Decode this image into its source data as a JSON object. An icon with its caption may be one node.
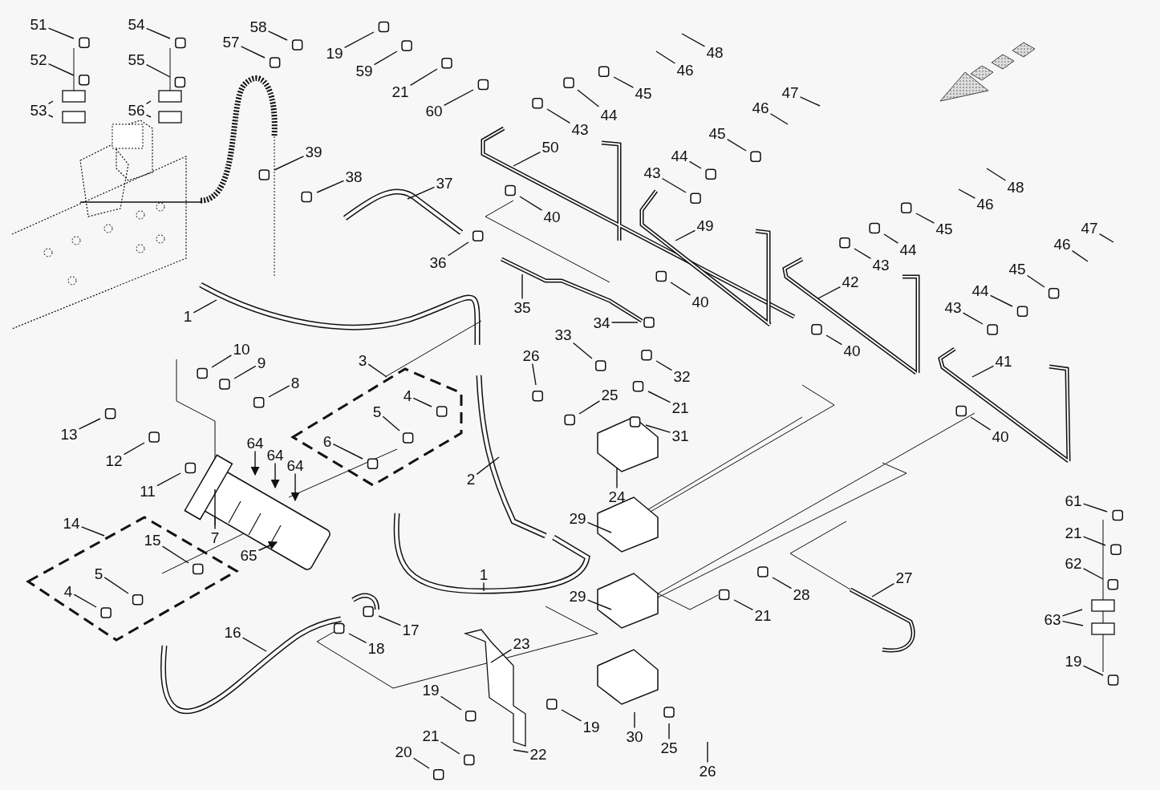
{
  "diagram": {
    "nodes": [
      {
        "text": [
          "51"
        ]
      },
      {
        "text": [
          "54"
        ]
      },
      {
        "text": [
          "58"
        ]
      },
      {
        "text": [
          "57"
        ]
      },
      {
        "text": [
          "19"
        ]
      },
      {
        "text": [
          "48"
        ]
      },
      {
        "text": [
          "52"
        ]
      },
      {
        "text": [
          "55"
        ]
      },
      {
        "text": [
          "46"
        ]
      },
      {
        "text": [
          "59"
        ]
      },
      {
        "text": [
          "21"
        ]
      },
      {
        "text": [
          "45"
        ]
      },
      {
        "text": [
          "47"
        ]
      },
      {
        "text": [
          "46"
        ]
      },
      {
        "text": [
          "53"
        ]
      },
      {
        "text": [
          "56"
        ]
      },
      {
        "text": [
          "60"
        ]
      },
      {
        "text": [
          "44"
        ]
      },
      {
        "text": [
          "43"
        ]
      },
      {
        "text": [
          "45"
        ]
      },
      {
        "text": [
          "50"
        ]
      },
      {
        "text": [
          "39"
        ]
      },
      {
        "text": [
          "44"
        ]
      },
      {
        "text": [
          "43"
        ]
      },
      {
        "text": [
          "38"
        ]
      },
      {
        "text": [
          "37"
        ]
      },
      {
        "text": [
          "48"
        ]
      },
      {
        "text": [
          "46"
        ]
      },
      {
        "text": [
          "40"
        ]
      },
      {
        "text": [
          "49"
        ]
      },
      {
        "text": [
          "47"
        ]
      },
      {
        "text": [
          "45"
        ]
      },
      {
        "text": [
          "46"
        ]
      },
      {
        "text": [
          "44"
        ]
      },
      {
        "text": [
          "36"
        ]
      },
      {
        "text": [
          "43"
        ]
      },
      {
        "text": [
          "45"
        ]
      },
      {
        "text": [
          "42"
        ]
      },
      {
        "text": [
          "44"
        ]
      },
      {
        "text": [
          "40"
        ]
      },
      {
        "text": [
          "35"
        ]
      },
      {
        "text": [
          "43"
        ]
      },
      {
        "text": [
          "1"
        ]
      },
      {
        "text": [
          "34"
        ]
      },
      {
        "text": [
          "33"
        ]
      },
      {
        "text": [
          "10"
        ]
      },
      {
        "text": [
          "40"
        ]
      },
      {
        "text": [
          "26"
        ]
      },
      {
        "text": [
          "3"
        ]
      },
      {
        "text": [
          "41"
        ]
      },
      {
        "text": [
          "9"
        ]
      },
      {
        "text": [
          "32"
        ]
      },
      {
        "text": [
          "8"
        ]
      },
      {
        "text": [
          "25"
        ]
      },
      {
        "text": [
          "4"
        ]
      },
      {
        "text": [
          "21"
        ]
      },
      {
        "text": [
          "5"
        ]
      },
      {
        "text": [
          "13"
        ]
      },
      {
        "text": [
          "31"
        ]
      },
      {
        "text": [
          "40"
        ]
      },
      {
        "text": [
          "6"
        ]
      },
      {
        "text": [
          "64"
        ]
      },
      {
        "text": [
          "64"
        ]
      },
      {
        "text": [
          "12"
        ]
      },
      {
        "text": [
          "64"
        ]
      },
      {
        "text": [
          "2"
        ]
      },
      {
        "text": [
          "11"
        ]
      },
      {
        "text": [
          "24"
        ]
      },
      {
        "text": [
          "29"
        ]
      },
      {
        "text": [
          "61"
        ]
      },
      {
        "text": [
          "14"
        ]
      },
      {
        "text": [
          "21"
        ]
      },
      {
        "text": [
          "7"
        ]
      },
      {
        "text": [
          "15"
        ]
      },
      {
        "text": [
          "65"
        ]
      },
      {
        "text": [
          "62"
        ]
      },
      {
        "text": [
          "5"
        ]
      },
      {
        "text": [
          "1"
        ]
      },
      {
        "text": [
          "27"
        ]
      },
      {
        "text": [
          "4"
        ]
      },
      {
        "text": [
          "28"
        ]
      },
      {
        "text": [
          "29"
        ]
      },
      {
        "text": [
          "21"
        ]
      },
      {
        "text": [
          "63"
        ]
      },
      {
        "text": [
          "17"
        ]
      },
      {
        "text": [
          "16"
        ]
      },
      {
        "text": [
          "23"
        ]
      },
      {
        "text": [
          "18"
        ]
      },
      {
        "text": [
          "19"
        ]
      },
      {
        "text": [
          "19"
        ]
      },
      {
        "text": [
          "19"
        ]
      },
      {
        "text": [
          "21"
        ]
      },
      {
        "text": [
          "30"
        ]
      },
      {
        "text": [
          "25"
        ]
      },
      {
        "text": [
          "20"
        ]
      },
      {
        "text": [
          "22"
        ]
      },
      {
        "text": [
          "26"
        ]
      }
    ],
    "edges": [
      {
        "from": 0,
        "to": null,
        "arrow": "none"
      },
      {
        "from": 1,
        "to": null,
        "arrow": "none"
      },
      {
        "from": 2,
        "to": null,
        "arrow": "none"
      },
      {
        "from": 3,
        "to": null,
        "arrow": "none"
      },
      {
        "from": 4,
        "to": null,
        "arrow": "none"
      },
      {
        "from": 5,
        "to": null,
        "arrow": "none"
      },
      {
        "from": 6,
        "to": null,
        "arrow": "none"
      },
      {
        "from": 7,
        "to": null,
        "arrow": "none"
      },
      {
        "from": 8,
        "to": null,
        "arrow": "none"
      },
      {
        "from": 9,
        "to": null,
        "arrow": "none"
      },
      {
        "from": 10,
        "to": null,
        "arrow": "none"
      },
      {
        "from": 11,
        "to": null,
        "arrow": "none"
      },
      {
        "from": 12,
        "to": null,
        "arrow": "none"
      },
      {
        "from": 13,
        "to": null,
        "arrow": "none"
      },
      {
        "from": 14,
        "to": null,
        "arrow": "none"
      },
      {
        "from": 14,
        "to": null,
        "arrow": "none"
      },
      {
        "from": 15,
        "to": null,
        "arrow": "none"
      },
      {
        "from": 15,
        "to": null,
        "arrow": "none"
      },
      {
        "from": 16,
        "to": null,
        "arrow": "none"
      },
      {
        "from": 17,
        "to": null,
        "arrow": "none"
      },
      {
        "from": 18,
        "to": null,
        "arrow": "none"
      },
      {
        "from": 19,
        "to": null,
        "arrow": "none"
      },
      {
        "from": 20,
        "to": null,
        "arrow": "none"
      },
      {
        "from": 21,
        "to": null,
        "arrow": "none"
      },
      {
        "from": 22,
        "to": null,
        "arrow": "none"
      },
      {
        "from": 23,
        "to": null,
        "arrow": "none"
      },
      {
        "from": 24,
        "to": null,
        "arrow": "none"
      },
      {
        "from": 25,
        "to": null,
        "arrow": "none"
      },
      {
        "from": 26,
        "to": null,
        "arrow": "none"
      },
      {
        "from": 27,
        "to": null,
        "arrow": "none"
      },
      {
        "from": 28,
        "to": null,
        "arrow": "none"
      },
      {
        "from": 29,
        "to": null,
        "arrow": "none"
      },
      {
        "from": 30,
        "to": null,
        "arrow": "none"
      },
      {
        "from": 31,
        "to": null,
        "arrow": "none"
      },
      {
        "from": 32,
        "to": null,
        "arrow": "none"
      },
      {
        "from": 33,
        "to": null,
        "arrow": "none"
      },
      {
        "from": 34,
        "to": null,
        "arrow": "none"
      },
      {
        "from": 35,
        "to": null,
        "arrow": "none"
      },
      {
        "from": 36,
        "to": null,
        "arrow": "none"
      },
      {
        "from": 37,
        "to": null,
        "arrow": "none"
      },
      {
        "from": 38,
        "to": null,
        "arrow": "none"
      },
      {
        "from": 39,
        "to": null,
        "arrow": "none"
      },
      {
        "from": 40,
        "to": null,
        "arrow": "none"
      },
      {
        "from": 41,
        "to": null,
        "arrow": "none"
      },
      {
        "from": 42,
        "to": null,
        "arrow": "none"
      },
      {
        "from": 43,
        "to": null,
        "arrow": "none"
      },
      {
        "from": 44,
        "to": null,
        "arrow": "none"
      },
      {
        "from": 45,
        "to": null,
        "arrow": "none"
      },
      {
        "from": 46,
        "to": null,
        "arrow": "none"
      },
      {
        "from": 47,
        "to": null,
        "arrow": "none"
      },
      {
        "from": 48,
        "to": null,
        "arrow": "none"
      },
      {
        "from": 49,
        "to": null,
        "arrow": "none"
      },
      {
        "from": 50,
        "to": null,
        "arrow": "none"
      },
      {
        "from": 51,
        "to": null,
        "arrow": "none"
      },
      {
        "from": 52,
        "to": null,
        "arrow": "none"
      },
      {
        "from": 53,
        "to": null,
        "arrow": "none"
      },
      {
        "from": 54,
        "to": null,
        "arrow": "none"
      },
      {
        "from": 55,
        "to": null,
        "arrow": "none"
      },
      {
        "from": 56,
        "to": null,
        "arrow": "none"
      },
      {
        "from": 57,
        "to": null,
        "arrow": "none"
      },
      {
        "from": 58,
        "to": null,
        "arrow": "none"
      },
      {
        "from": 59,
        "to": null,
        "arrow": "none"
      },
      {
        "from": 60,
        "to": null,
        "arrow": "none"
      },
      {
        "from": 61,
        "to": null,
        "arrow": "to"
      },
      {
        "from": 62,
        "to": null,
        "arrow": "to"
      },
      {
        "from": 63,
        "to": null,
        "arrow": "none"
      },
      {
        "from": 64,
        "to": null,
        "arrow": "to"
      },
      {
        "from": 65,
        "to": null,
        "arrow": "none"
      },
      {
        "from": 66,
        "to": null,
        "arrow": "none"
      },
      {
        "from": 67,
        "to": null,
        "arrow": "none"
      },
      {
        "from": 68,
        "to": null,
        "arrow": "none"
      },
      {
        "from": 69,
        "to": null,
        "arrow": "none"
      },
      {
        "from": 70,
        "to": null,
        "arrow": "none"
      },
      {
        "from": 71,
        "to": null,
        "arrow": "none"
      },
      {
        "from": 72,
        "to": null,
        "arrow": "none"
      },
      {
        "from": 73,
        "to": null,
        "arrow": "none"
      },
      {
        "from": 74,
        "to": null,
        "arrow": "to"
      },
      {
        "from": 75,
        "to": null,
        "arrow": "none"
      },
      {
        "from": 76,
        "to": null,
        "arrow": "none"
      },
      {
        "from": 77,
        "to": null,
        "arrow": "none"
      },
      {
        "from": 78,
        "to": null,
        "arrow": "none"
      },
      {
        "from": 79,
        "to": null,
        "arrow": "none"
      },
      {
        "from": 80,
        "to": null,
        "arrow": "none"
      },
      {
        "from": 81,
        "to": null,
        "arrow": "none"
      },
      {
        "from": 82,
        "to": null,
        "arrow": "none"
      },
      {
        "from": 83,
        "to": null,
        "arrow": "none"
      },
      {
        "from": 83,
        "to": null,
        "arrow": "none"
      },
      {
        "from": 84,
        "to": null,
        "arrow": "none"
      },
      {
        "from": 85,
        "to": null,
        "arrow": "none"
      },
      {
        "from": 86,
        "to": null,
        "arrow": "none"
      },
      {
        "from": 87,
        "to": null,
        "arrow": "none"
      },
      {
        "from": 88,
        "to": null,
        "arrow": "none"
      },
      {
        "from": 89,
        "to": null,
        "arrow": "none"
      },
      {
        "from": 90,
        "to": null,
        "arrow": "none"
      },
      {
        "from": 91,
        "to": null,
        "arrow": "none"
      },
      {
        "from": 92,
        "to": null,
        "arrow": "none"
      },
      {
        "from": 93,
        "to": null,
        "arrow": "none"
      },
      {
        "from": 94,
        "to": null,
        "arrow": "none"
      },
      {
        "from": 95,
        "to": null,
        "arrow": "none"
      },
      {
        "from": 96,
        "to": null,
        "arrow": "none"
      }
    ]
  }
}
